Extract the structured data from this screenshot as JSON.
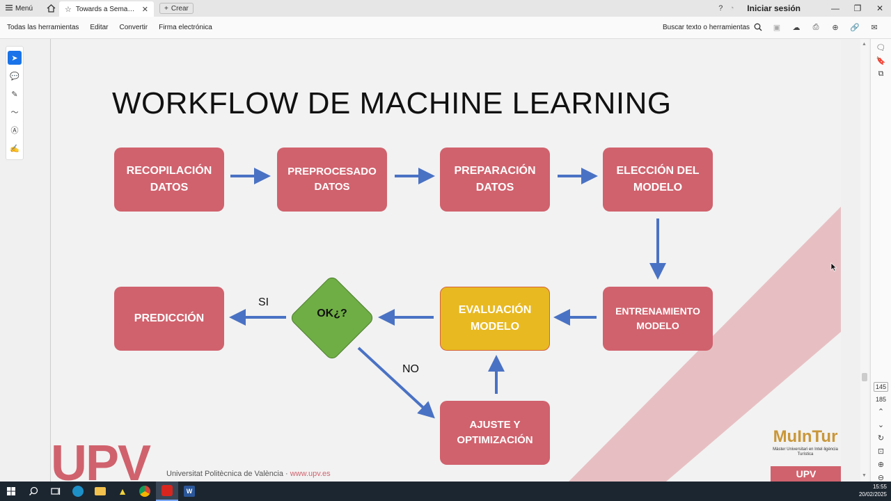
{
  "tabbar": {
    "menu_label": "Menú",
    "doc_tab_title": "Towards a Semantic ...",
    "create_label": "Crear",
    "signin_label": "Iniciar sesión"
  },
  "toolbar": {
    "items": [
      "Todas las herramientas",
      "Editar",
      "Convertir",
      "Firma electrónica"
    ],
    "search_label": "Buscar texto o herramientas"
  },
  "slide": {
    "title": "WORKFLOW DE MACHINE LEARNING",
    "boxes": {
      "recopilacion": "RECOPILACIÓN DATOS",
      "preprocesado": "PREPROCESADO DATOS",
      "preparacion": "PREPARACIÓN DATOS",
      "eleccion": "ELECCIÓN DEL MODELO",
      "entrenamiento": "ENTRENAMIENTO MODELO",
      "evaluacion": "EVALUACIÓN MODELO",
      "prediccion": "PREDICCIÓN",
      "ajuste": "AJUSTE Y OPTIMIZACIÓN"
    },
    "decision_label": "OK¿?",
    "yes_label": "SI",
    "no_label": "NO",
    "footer": {
      "logo": "UPV",
      "university": "Universitat Politècnica de València · ",
      "url": "www.upv.es",
      "mulntur": "MuInTur",
      "mulntur_sub": "Màster Universitari en Intel·ligència Turística",
      "upv_band": "UPV"
    },
    "colors": {
      "box": "#d0626d",
      "evaluation": "#e8b921",
      "decision": "#6fae45",
      "arrow": "#4a72c4"
    }
  },
  "pages": {
    "current": "145",
    "total": "185"
  },
  "clock": {
    "time": "15:55",
    "date": "20/02/2025"
  }
}
